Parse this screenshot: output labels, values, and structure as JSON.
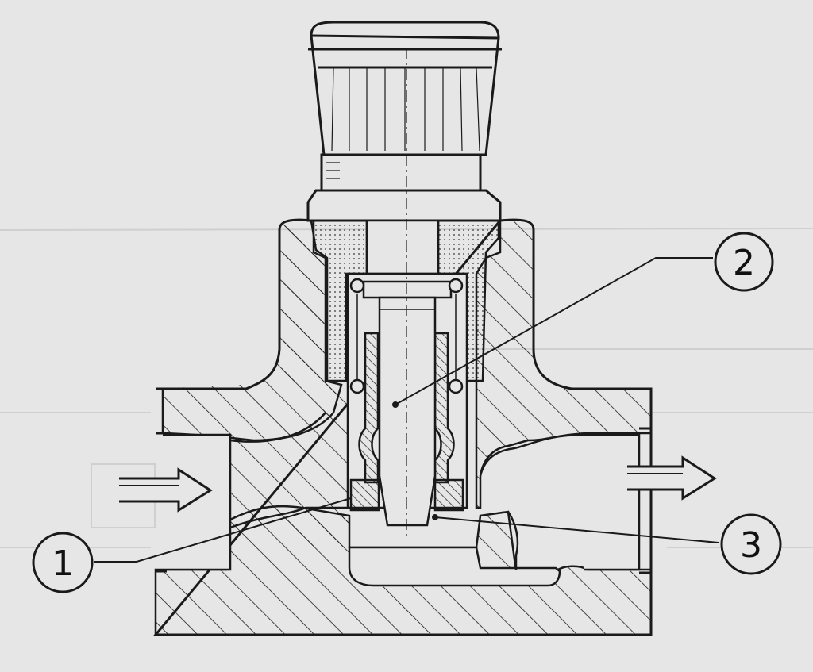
{
  "figure": {
    "callouts": [
      {
        "id": "1",
        "label": "1"
      },
      {
        "id": "2",
        "label": "2"
      },
      {
        "id": "3",
        "label": "3"
      }
    ],
    "colors": {
      "paper": "#e6e6e6",
      "ink": "#1a1a1a",
      "ghost_text": "#c9c9c9"
    }
  }
}
